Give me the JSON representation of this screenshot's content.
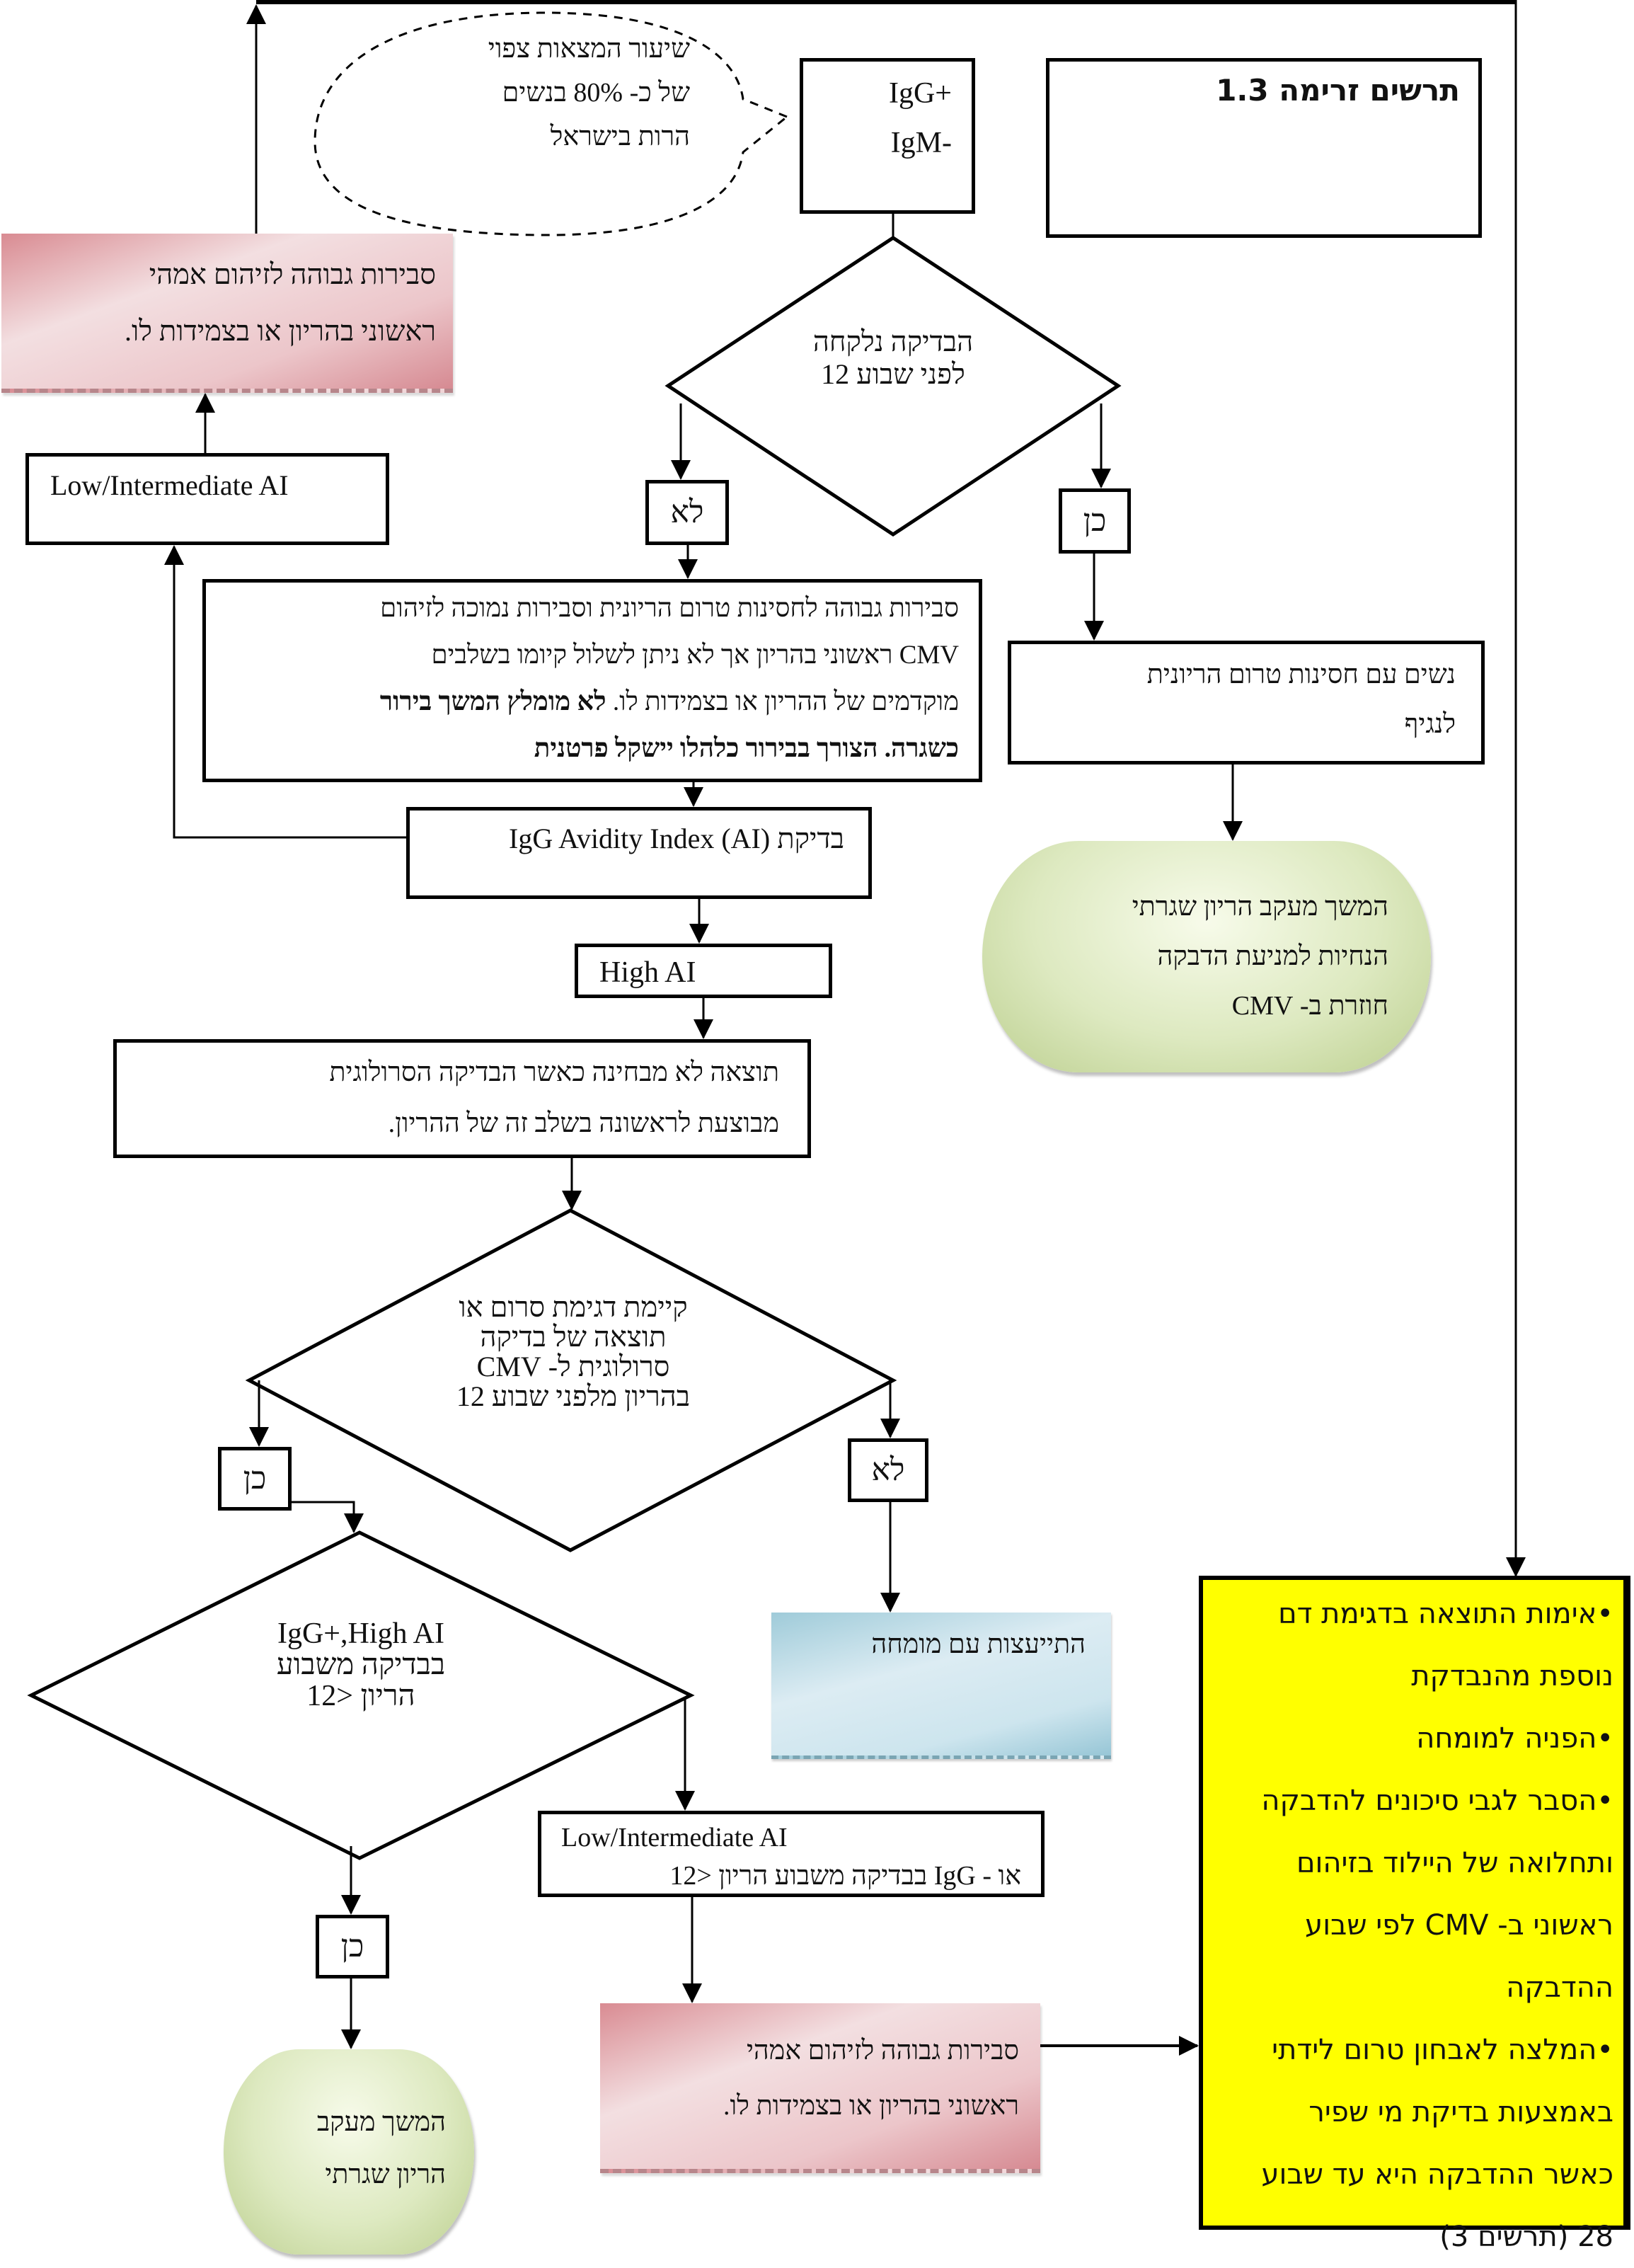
{
  "title_box": {
    "title": "תרשים זרימה 1.3"
  },
  "callout": {
    "lines": [
      "שיעור המצאות צפוי",
      "של כ- 80% בנשים",
      "הרות בישראל"
    ]
  },
  "start_box": {
    "lines": [
      "IgG+",
      "IgM-"
    ]
  },
  "decision_1": {
    "lines": [
      "הבדיקה נלקחה",
      "לפני שבוע 12"
    ],
    "no_label": "לא",
    "yes_label": "כן"
  },
  "pink_box_top": {
    "lines": [
      "סבירות גבוהה לזיהום אמהי",
      "ראשוני בהריון או בצמידות לו."
    ]
  },
  "low_int_box_top": {
    "label": "Low/Intermediate AI"
  },
  "high_prob_box": {
    "lines": [
      "סבירות גבוהה לחסינות טרום הריונית וסבירות  נמוכה לזיהום",
      "CMV ראשוני בהריון אך לא ניתן לשלול קיומו בשלבים",
      "מוקדמים של ההריון או בצמידות לו."
    ],
    "bold_tail_line3": "לא מומלץ המשך בירור",
    "bold_line4": "כשגרה. הצורך בבירור כלהלו יישקל פרטנית"
  },
  "immune_box": {
    "lines": [
      "נשים עם חסינות טרום הריונית",
      "לנגיף"
    ]
  },
  "green_end_top": {
    "lines": [
      "המשך מעקב הריון שגרתי",
      "הנחיות למניעת הדבקה",
      "חוזרת ב- CMV"
    ]
  },
  "avidity_box": {
    "label": "בדיקת IgG Avidity Index (AI)"
  },
  "high_ai_box": {
    "label": "High AI"
  },
  "result_box": {
    "lines": [
      "תוצאה  לא מבחינה כאשר הבדיקה הסרולוגית",
      "מבוצעת לראשונה בשלב זה של ההריון."
    ]
  },
  "decision_2": {
    "lines": [
      "קיימת דגימת סרום או",
      "תוצאה של בדיקה",
      "סרולוגית ל- CMV",
      "בהריון מלפני שבוע 12"
    ],
    "yes_label": "כן",
    "no_label": "לא"
  },
  "decision_3": {
    "lines": [
      "IgG+,High AI",
      "בבדיקה משבוע",
      "הריון <12"
    ],
    "yes_label": "כן"
  },
  "consult_box": {
    "label": "התייעצות עם מומחה"
  },
  "low_int_box_bottom": {
    "line1": "Low/Intermediate AI",
    "line2": "או - IgG בבדיקה משבוע הריון <12"
  },
  "green_end_bottom": {
    "lines": [
      "המשך מעקב",
      "הריון שגרתי"
    ]
  },
  "pink_box_bottom": {
    "lines": [
      "סבירות גבוהה לזיהום אמהי",
      "ראשוני בהריון או בצמידות לו."
    ]
  },
  "actions_box": {
    "lines": [
      "•אימות התוצאה בדגימת דם",
      "נוספת מהנבדקת",
      "•הפניה למומחה",
      "•הסבר לגבי סיכונים להדבקה",
      "ותחלואה של היילוד בזיהום",
      "ראשוני ב- CMV לפי שבוע",
      "ההדבקה",
      "•המלצה לאבחון טרום לידתי",
      "באמצעות בדיקת מי שפיר",
      "כאשר ההדבקה היא עד שבוע",
      "28 (תרשים 3)"
    ]
  },
  "colors": {
    "actions_fill": "#ffff00",
    "risk_fill": "#e8b4b8",
    "routine_fill": "#d6e4b5",
    "consult_fill": "#cfe6ef"
  }
}
